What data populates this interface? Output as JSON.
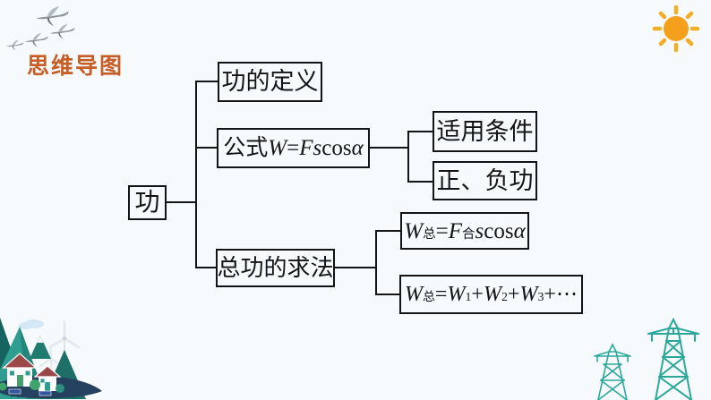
{
  "slide": {
    "title": "思维导图",
    "title_color": "#c75d24",
    "background_color": "#f7fafd",
    "line_color": "#141414"
  },
  "nodes": {
    "root": "功",
    "definition": "功的定义",
    "formula": [
      {
        "t": "公式",
        "s": "up"
      },
      {
        "t": "W",
        "s": "it"
      },
      {
        "t": "=",
        "s": "up"
      },
      {
        "t": "F",
        "s": "it"
      },
      {
        "t": "s",
        "s": "it"
      },
      {
        "t": "cos ",
        "s": "up"
      },
      {
        "t": "α",
        "s": "it"
      }
    ],
    "conditions": "适用条件",
    "pos_neg": "正、负功",
    "total_method": "总功的求法",
    "total_formula_1": [
      {
        "t": "W",
        "s": "it"
      },
      {
        "t": "总",
        "s": "sub"
      },
      {
        "t": "=",
        "s": "up"
      },
      {
        "t": "F",
        "s": "it"
      },
      {
        "t": "合",
        "s": "sub"
      },
      {
        "t": "s",
        "s": "it"
      },
      {
        "t": "cos ",
        "s": "up"
      },
      {
        "t": "α",
        "s": "it"
      }
    ],
    "total_formula_2": [
      {
        "t": "W",
        "s": "it"
      },
      {
        "t": "总",
        "s": "sub"
      },
      {
        "t": "=",
        "s": "up"
      },
      {
        "t": "W",
        "s": "it"
      },
      {
        "t": "1",
        "s": "sub"
      },
      {
        "t": "+",
        "s": "up"
      },
      {
        "t": "W",
        "s": "it"
      },
      {
        "t": "2",
        "s": "sub"
      },
      {
        "t": "+",
        "s": "up"
      },
      {
        "t": "W",
        "s": "it"
      },
      {
        "t": "3",
        "s": "sub"
      },
      {
        "t": "+⋯",
        "s": "up"
      }
    ]
  },
  "decorations": {
    "birds_icon": "flying-cranes",
    "sun_icon": "sun",
    "village_illustration": "eco-village-with-wind-turbines",
    "pylons_illustration": "transmission-towers",
    "sun_color": "#f5a01d",
    "teal_color": "#2aa89c",
    "navy_color": "#24415f"
  }
}
